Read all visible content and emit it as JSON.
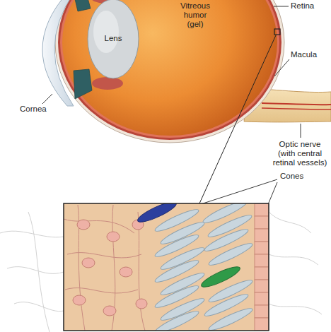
{
  "diagram": {
    "labels": [
      "Vitreous humor (gel)",
      "Retina",
      "Lens",
      "Cornea",
      "Macula",
      "Optic nerve (with central retinal vessels)",
      "Cones"
    ]
  }
}
